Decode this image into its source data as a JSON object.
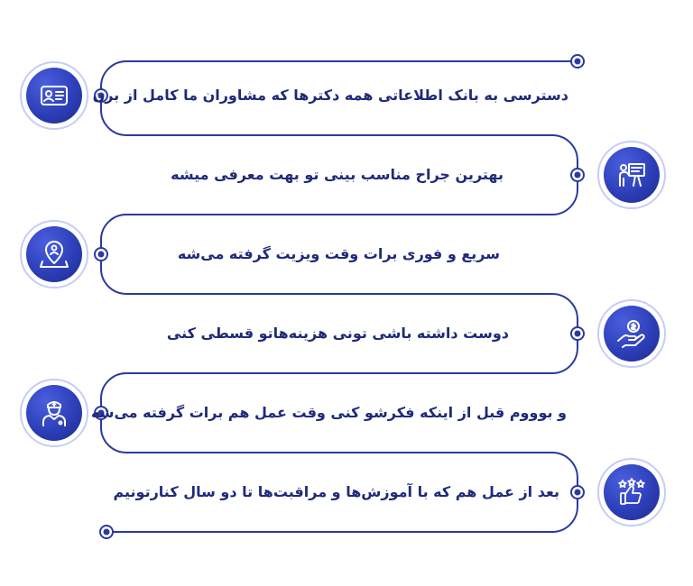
{
  "colors": {
    "text": "#1f2a7a",
    "line": "#2b3a9e",
    "icon_gradient_light": "#4a5fe0",
    "icon_gradient_dark": "#1d2a8a",
    "icon_ring": "#c6cdf5"
  },
  "items": [
    {
      "text": "دسترسی به بانک اطلاعاتی همه دکترها که مشاوران ما کامل از برن",
      "icon": "id-card-icon"
    },
    {
      "text": "بهترین جراح مناسب بینی تو بهت معرفی میشه",
      "icon": "presenter-board-icon"
    },
    {
      "text": "سریع و فوری برات وقت ویزیت گرفته می‌شه",
      "icon": "location-person-icon"
    },
    {
      "text": "دوست داشته باشی تونی هزینه‌هاتو قسطی کنی",
      "icon": "hand-coin-icon"
    },
    {
      "text": "و بوووم قبل از اینکه فکرشو کنی وقت عمل هم برات گرفته می‌شه",
      "icon": "doctor-icon"
    },
    {
      "text": "بعد از عمل هم که با آموزش‌ها و مراقبت‌ها تا دو سال کنارتونیم",
      "icon": "thumbs-up-stars-icon"
    }
  ]
}
